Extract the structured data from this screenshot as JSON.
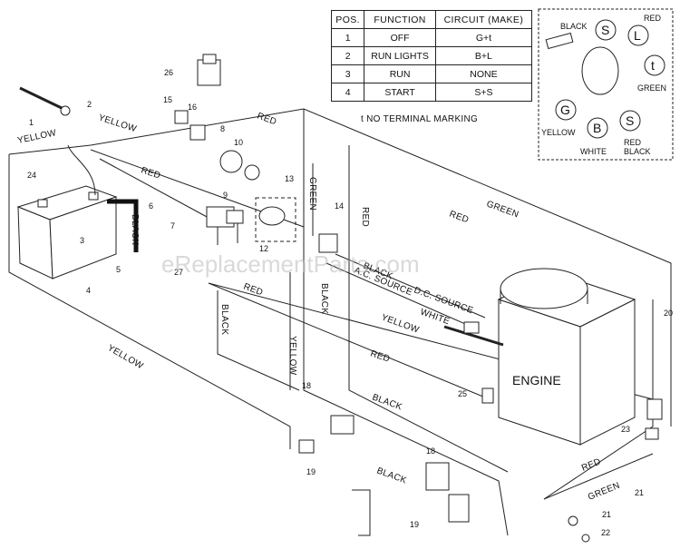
{
  "table": {
    "headers": [
      "POS.",
      "FUNCTION",
      "CIRCUIT (MAKE)"
    ],
    "rows": [
      [
        "1",
        "OFF",
        "G+t"
      ],
      [
        "2",
        "RUN LIGHTS",
        "B+L"
      ],
      [
        "3",
        "RUN",
        "NONE"
      ],
      [
        "4",
        "START",
        "S+S"
      ]
    ],
    "note": "t NO TERMINAL MARKING"
  },
  "ignition_switch": {
    "terminals": [
      "S",
      "L",
      "t",
      "G",
      "B",
      "S"
    ],
    "labels": {
      "black": "BLACK",
      "red": "RED",
      "green": "GREEN",
      "yellow": "YELLOW",
      "white": "WHITE",
      "red_black": "RED\nBLACK"
    }
  },
  "wire_labels": {
    "yellow_1": "YELLOW",
    "yellow_2": "YELLOW",
    "yellow_3": "YELLOW",
    "yellow_4": "YELLOW",
    "yellow_5": "YELLOW",
    "red_1": "RED",
    "red_2": "RED",
    "red_3": "RED",
    "red_4": "RED",
    "red_5": "RED",
    "red_6": "RED",
    "green_1": "GREEN",
    "green_2": "GREEN",
    "green_3": "GREEN",
    "black_1": "BLACK",
    "black_2": "BLACK",
    "black_3": "BLACK",
    "black_4": "BLACK",
    "black_5": "BLACK",
    "black_6": "BLACK",
    "ac_source": "A.C. SOURCE",
    "dc_source": "D.C. SOURCE",
    "white": "WHITE"
  },
  "engine_label": "ENGINE",
  "watermark": "eReplacementParts.com",
  "part_numbers": {
    "p1": "1",
    "p2": "2",
    "p3": "3",
    "p4": "4",
    "p5": "5",
    "p6": "6",
    "p7": "7",
    "p8": "8",
    "p9": "9",
    "p10": "10",
    "p12": "12",
    "p13": "13",
    "p14": "14",
    "p15": "15",
    "p16": "16",
    "p18a": "18",
    "p18b": "18",
    "p19a": "19",
    "p19b": "19",
    "p20": "20",
    "p21a": "21",
    "p21b": "21",
    "p22": "22",
    "p23": "23",
    "p24": "24",
    "p25": "25",
    "p26": "26",
    "p27": "27"
  }
}
